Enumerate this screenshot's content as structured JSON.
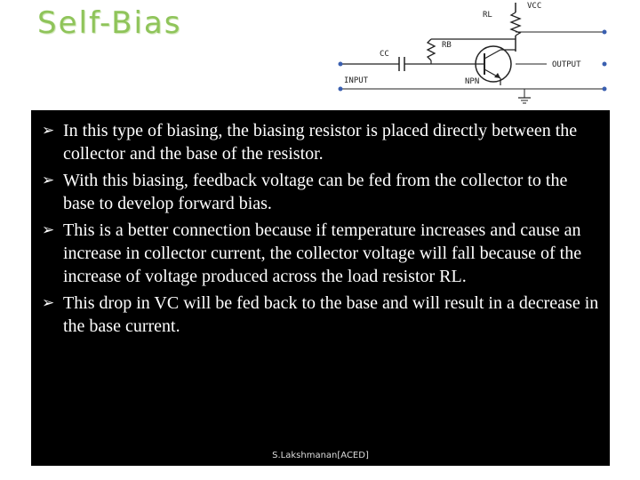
{
  "slide": {
    "title": "Self-Bias"
  },
  "circuit": {
    "label_rl": "RL",
    "label_vcc": "VCC",
    "label_rb": "RB",
    "label_cc": "CC",
    "label_input": "INPUT",
    "label_output": "OUTPUT",
    "label_npn": "NPN"
  },
  "bullets": [
    {
      "icon": "arrow-bullet-icon",
      "text": "In this type of biasing, the biasing resistor is placed directly between the collector and the base of the resistor."
    },
    {
      "icon": "arrow-bullet-icon",
      "text": "With this biasing, feedback voltage can be fed from the collector to the base to develop forward bias."
    },
    {
      "icon": "arrow-bullet-icon",
      "text": "This is a better connection because if temperature increases and cause an increase in collector current, the collector voltage will fall because of the increase of voltage produced across the load resistor RL."
    },
    {
      "icon": "arrow-bullet-icon",
      "text": "This drop in VC will be fed back to the base and will result in a decrease in the base current."
    }
  ],
  "footer": {
    "author": "S.Lakshmanan[ACED]"
  },
  "colors": {
    "title": "#8fc45a",
    "content_background": "#000000",
    "content_text": "#ffffff",
    "terminal_dot": "#3a5fb0"
  }
}
